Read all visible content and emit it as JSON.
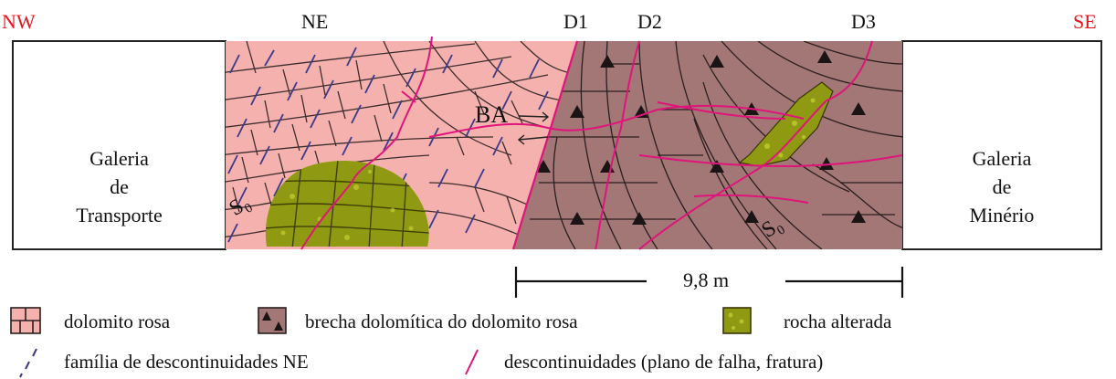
{
  "orientation": {
    "left": "NW",
    "right": "SE",
    "color": "#e3151b"
  },
  "top_labels": {
    "ne": "NE",
    "d1": "D1",
    "d2": "D2",
    "d3": "D3"
  },
  "galleries": {
    "left": [
      "Galeria",
      "de",
      "Transporte"
    ],
    "right": [
      "Galeria",
      "de",
      "Minério"
    ]
  },
  "section_labels": {
    "ba": "BA",
    "s0_left": "S₀",
    "s0_right": "S₀"
  },
  "scale": {
    "label": "9,8 m"
  },
  "legend": {
    "dolomito": "dolomito rosa",
    "brecha": "brecha dolomítica do dolomito rosa",
    "alterada": "rocha alterada",
    "familia": "família de descontinuidades NE",
    "descont": "descontinuidades (plano de falha, fratura)"
  },
  "colors": {
    "dolomite_pink": "#f5b1ad",
    "breccia_brown": "#a27776",
    "altered_yellow": "#8f9a12",
    "fault_magenta": "#e0147a",
    "ne_joints_blue": "#3b3a8c"
  }
}
